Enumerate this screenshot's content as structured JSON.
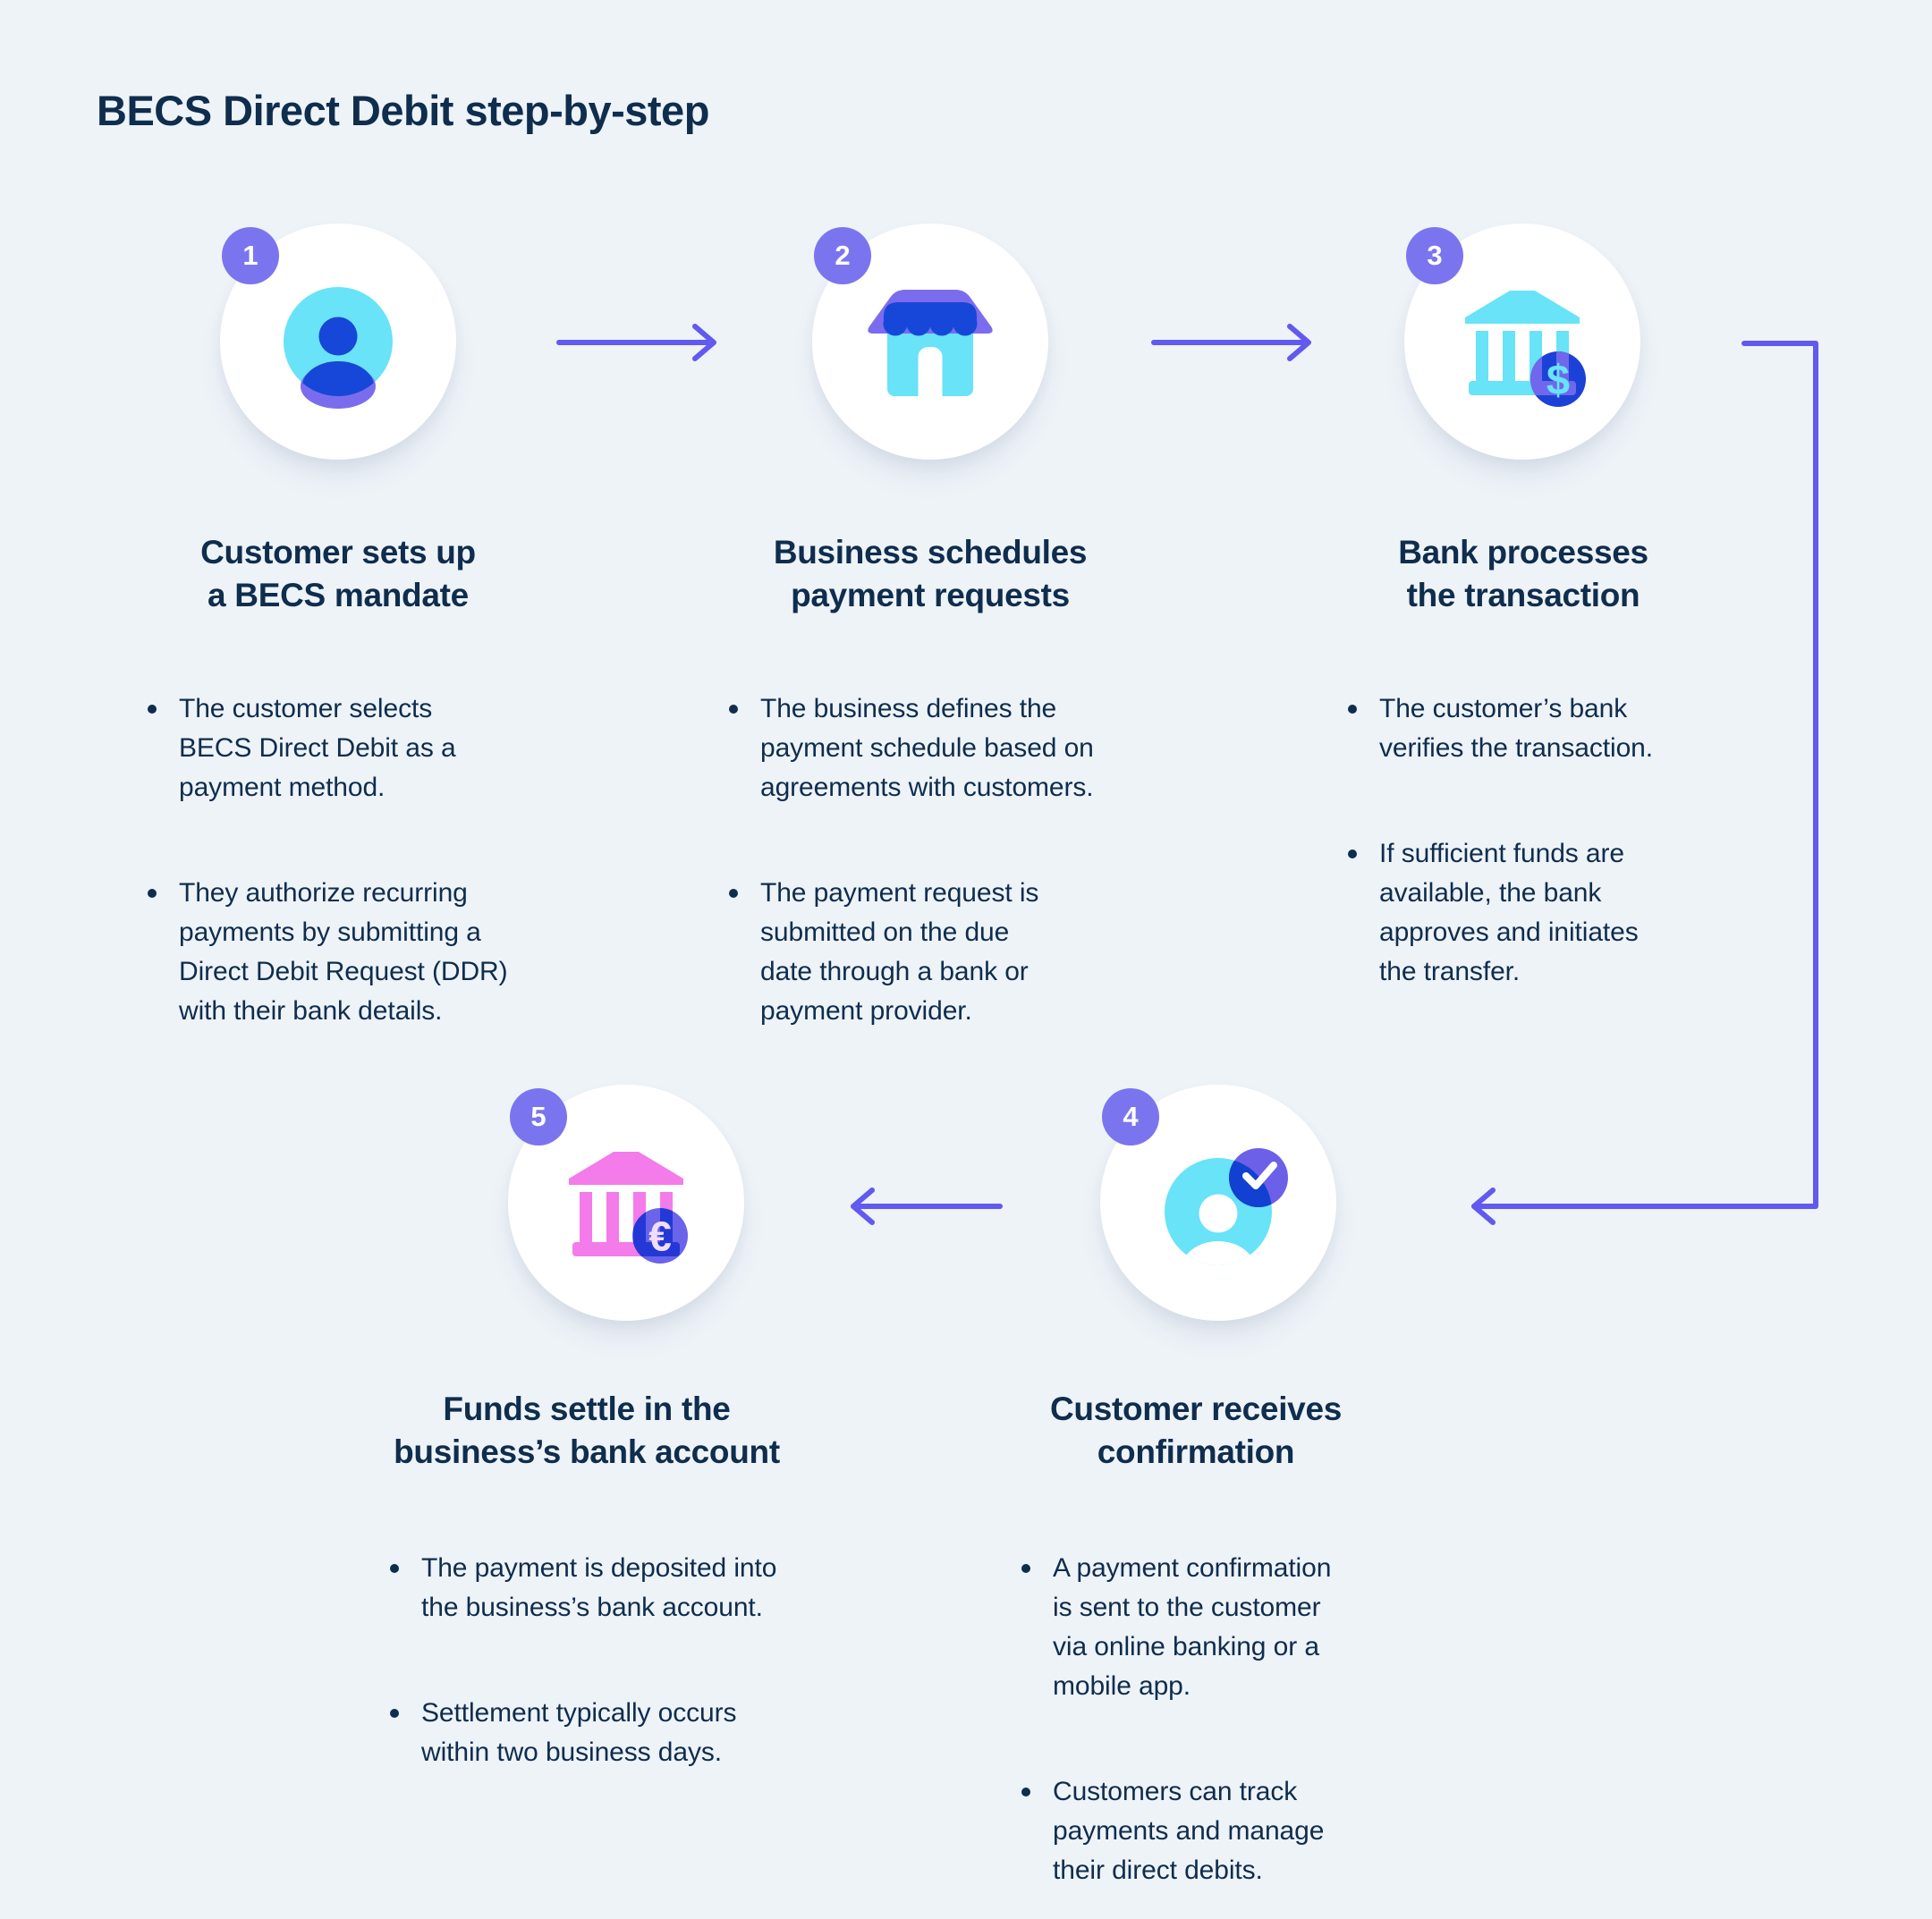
{
  "page": {
    "title": "BECS Direct Debit step-by-step",
    "background_color": "#eef3f8",
    "text_color": "#0f2d4d",
    "arrow_color": "#6159f0",
    "step_number_badge_color": "#7a75ef",
    "icon_palette": {
      "cyan": "#68e3f7",
      "royal_blue": "#1747d8",
      "purple": "#7b6cee",
      "pink": "#f47bea",
      "badge_blue": "#1c41d6",
      "badge_purple": "#6b63ea"
    }
  },
  "steps": [
    {
      "number": "1",
      "icon": "customer-avatar-icon",
      "heading": "Customer sets up\na BECS mandate",
      "bullets": [
        "The customer selects\nBECS Direct Debit as a\npayment method.",
        "They authorize recurring\npayments by submitting a\nDirect Debit Request (DDR)\nwith their bank details."
      ]
    },
    {
      "number": "2",
      "icon": "storefront-icon",
      "heading": "Business schedules\npayment requests",
      "bullets": [
        "The business defines the\npayment schedule based on\nagreements with customers.",
        "The payment request is\nsubmitted on the due\ndate through a bank or\npayment provider."
      ]
    },
    {
      "number": "3",
      "icon": "bank-dollar-icon",
      "badge_glyph": "$",
      "heading": "Bank processes\nthe transaction",
      "bullets": [
        "The customer’s bank\nverifies the transaction.",
        "If sufficient funds are\navailable, the bank\napproves and initiates\nthe transfer."
      ]
    },
    {
      "number": "4",
      "icon": "customer-check-icon",
      "badge_glyph": "✓",
      "heading": "Customer receives\nconfirmation",
      "bullets": [
        "A payment confirmation\nis sent to the customer\nvia online banking or a\nmobile app.",
        "Customers can track\npayments and manage\ntheir direct debits."
      ]
    },
    {
      "number": "5",
      "icon": "bank-euro-icon",
      "badge_glyph": "€",
      "heading": "Funds settle in the\nbusiness’s bank account",
      "bullets": [
        "The payment is deposited into\nthe business’s bank account.",
        "Settlement typically occurs\nwithin two business days."
      ]
    }
  ]
}
